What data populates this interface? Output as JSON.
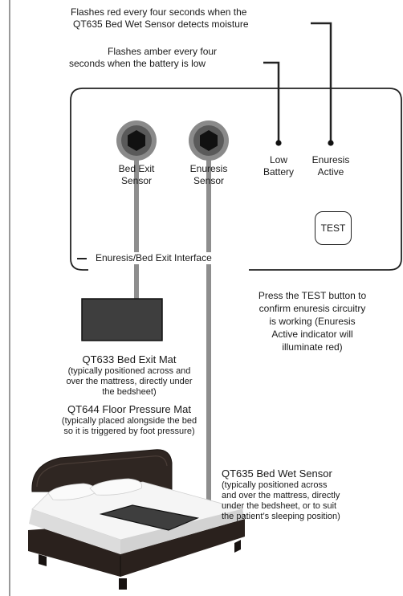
{
  "callouts": {
    "enuresis_led_line1": "Flashes red every four seconds when the",
    "enuresis_led_line2": "QT635 Bed Wet Sensor detects moisture",
    "battery_led_line1": "Flashes amber every four",
    "battery_led_line2": "seconds when the battery is low"
  },
  "panel": {
    "title": "Enuresis/Bed Exit Interface",
    "bed_exit_port_line1": "Bed Exit",
    "bed_exit_port_line2": "Sensor",
    "enuresis_port_line1": "Enuresis",
    "enuresis_port_line2": "Sensor",
    "low_battery_line1": "Low",
    "low_battery_line2": "Battery",
    "enuresis_active_line1": "Enuresis",
    "enuresis_active_line2": "Active",
    "test_button": "TEST"
  },
  "test_note": [
    "Press the TEST button to",
    "confirm enuresis circuitry",
    "is working (Enuresis",
    "Active indicator will",
    "illuminate red)"
  ],
  "bed_exit_mat": {
    "title": "QT633 Bed Exit Mat",
    "desc": [
      "(typically positioned across and",
      "over the mattress, directly under",
      "the bedsheet)"
    ]
  },
  "floor_mat": {
    "title": "QT644 Floor Pressure Mat",
    "desc": [
      "(typically placed alongside the bed",
      "so it is triggered by foot pressure)"
    ]
  },
  "bed_wet_sensor": {
    "title": "QT635 Bed Wet Sensor",
    "desc": [
      "(typically positioned across",
      "and over the mattress, directly",
      "under the bedsheet, or to suit",
      "the patient’s sleeping position)"
    ]
  },
  "colors": {
    "cable": "#8e8e8e",
    "port_ring": "#8a8a8a",
    "mat": "#3e3e3e",
    "bed": "#2f2622"
  }
}
